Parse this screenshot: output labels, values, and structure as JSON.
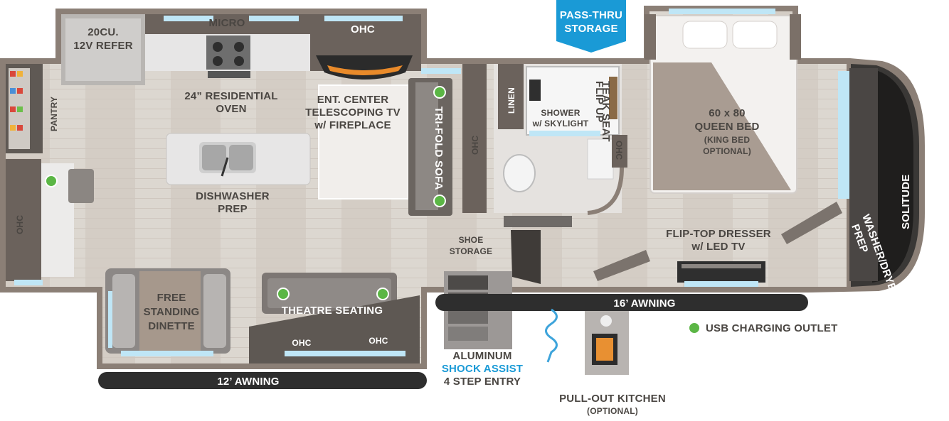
{
  "labels": {
    "refer_1": "20CU.",
    "refer_2": "12V REFER",
    "micro": "MICRO",
    "ohc": "OHC",
    "oven_1": "24” RESIDENTIAL",
    "oven_2": "OVEN",
    "ent_1": "ENT. CENTER",
    "ent_2": "TELESCOPING TV",
    "ent_3": "w/ FIREPLACE",
    "pantry": "PANTRY",
    "dishwasher": "DISHWASHER",
    "prep": "PREP",
    "sofa": "TRI-FOLD SOFA",
    "linen": "LINEN",
    "shower_1": "SHOWER",
    "shower_2": "w/ SKYLIGHT",
    "seat_1": "FLIP UP",
    "seat_2": "TEAK SEAT",
    "bed_1": "60 x 80",
    "bed_2": "QUEEN BED",
    "bed_3": "(KING BED",
    "bed_4": "OPTIONAL)",
    "passthru_1": "PASS-THRU",
    "passthru_2": "STORAGE",
    "shoe_1": "SHOE",
    "shoe_2": "STORAGE",
    "dresser_1": "FLIP-TOP DRESSER",
    "dresser_2": "w/ LED TV",
    "washer_1": "WASHER/DRYER",
    "washer_2": "PREP",
    "brand": "SOLITUDE",
    "dinette_1": "FREE",
    "dinette_2": "STANDING",
    "dinette_3": "DINETTE",
    "theatre": "THEATRE SEATING",
    "awning_16": "16’ AWNING",
    "awning_12": "12’ AWNING",
    "usb": "USB CHARGING OUTLET",
    "entry_1": "ALUMINUM",
    "entry_2": "SHOCK ASSIST",
    "entry_3": "4 STEP ENTRY",
    "kitchen_1": "PULL-OUT KITCHEN",
    "kitchen_2": "(OPTIONAL)"
  },
  "colors": {
    "floor": "#d9d3cc",
    "wall": "#8b7f76",
    "usb_dot": "#5bb645",
    "accent_blue": "#1a9ad6",
    "awning": "#2e2e2e"
  }
}
